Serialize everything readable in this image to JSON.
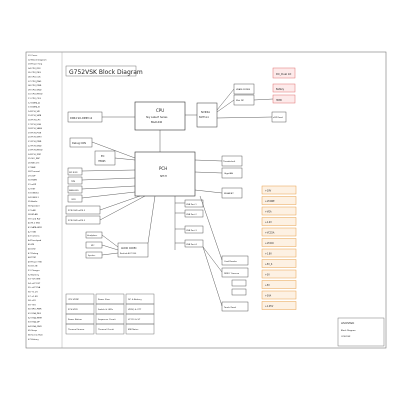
{
  "title": "G752VSK Block Diagram",
  "sheet_list": [
    "01 Cover",
    "02 Block Diagram",
    "03 Power Seq",
    "04 CPU_DDI",
    "05 CPU_PEG",
    "06 CPU_CLK",
    "07 CPU_JTAG",
    "08 CPU_PWR",
    "09 CPU_GND",
    "10 CPU_RSVD",
    "11 CPU_CFG",
    "12 DDR4_A",
    "13 DDR4_B",
    "14 PCH_SPI",
    "15 PCH_SMB",
    "16 PCH_LPC",
    "17 PCH_USB",
    "18 PCH_SATA",
    "19 PCH_PCIE",
    "20 PCH_GPIO",
    "21 PCH_PWR",
    "22 PCH_GND",
    "23 PCH_RSVD",
    "24 PCH_XDP",
    "25 SIO_KBC",
    "26 KBC_EC",
    "27 FAN",
    "28 Thermal",
    "29 eDP",
    "30 HDMI",
    "31 mDP",
    "32 TBT",
    "33 USB3.0",
    "34 USB3.1",
    "35 Audio",
    "36 Speaker",
    "37 LAN",
    "38 WLAN",
    "39 Card Rdr",
    "40 M.2 SSD",
    "41 SATA HDD",
    "42 ODD",
    "43 Camera",
    "44 Touchpad",
    "45 KB",
    "46 LED",
    "47 Debug",
    "48 TPM",
    "49 Power SW",
    "50 DC-IN",
    "51 Charger",
    "52 Battery",
    "53 +VCORE",
    "54 +VCCGT",
    "55 +VCCSA",
    "56 +1.2V",
    "57 +1.8V",
    "58 +3V",
    "59 +5V",
    "60 GPU_PWR",
    "61 VGA_PEG",
    "62 VGA_MEM",
    "63 VGA_DP",
    "64 VGA_GND",
    "65 Strap",
    "66 Screw Hole",
    "67 History"
  ],
  "blocks": {
    "cpu": "CPU",
    "cpu_sub": "Sky Lake-H Series",
    "cpu_sub2": "BGA1440",
    "pch": "PCH",
    "pch_sub": "SPT-H",
    "vga": "NVIDIA",
    "vga_sub": "N17E-G1",
    "ddr": "DDR4 SO-DIMM x2",
    "debug": "Debug CON",
    "sio": "EC",
    "sio_sub": "IT8995",
    "spi": "SPI ROM",
    "tpm": "TPM",
    "sata_hdd": "SATA HDD",
    "odd": "ODD",
    "m2_a": "PCIE SSD x4 M.2",
    "m2_b": "PCIE SSD x4 M.2",
    "audio": "AUDIO CODEC",
    "audio_sub": "Realtek ALC1150",
    "tb": "Thunderbolt",
    "lan": "GigaLAN",
    "wlan": "WLAN/BT",
    "usb_a": "USB Port 1",
    "usb_b": "USB Port 2",
    "usb_c": "USB Port 3",
    "usb_d": "USB Port 4",
    "card": "Card Reader",
    "camera": "DMIC/ Camera",
    "touch": "Touch Panel",
    "edp": "eDP Panel",
    "hdmi": "HDMI",
    "mdp": "Mini DP",
    "dc_dual": "DC_Dual Int",
    "batt": "Battery",
    "gpu_mem": "VRAM GDDR5",
    "hp": "Headphone",
    "mic": "MIC",
    "spk": "Speaker"
  },
  "bottom_table": [
    [
      "CPU VDDP",
      "Power Flow",
      "DC & Battery"
    ],
    [
      "PCH VDD",
      "Switch & LEDs",
      "VDDQ & VTT"
    ],
    [
      "Power Button",
      "Sequence Circuit",
      "VCCIO & ST"
    ],
    [
      "Thermal Sensor",
      "Thermal Circuit",
      "EMI Notes"
    ]
  ],
  "power_rails": [
    "+19V",
    "+VCORE",
    "+VGA",
    "+1.2V",
    "+VCCSA",
    "+VCCIO",
    "+1.8V",
    "+5V_S",
    "+3V",
    "+5V",
    "+3VA",
    "+1.05V"
  ],
  "title_block": {
    "company": "ASUSTeK",
    "sheet": "Block Diagram",
    "model": "G752VSK"
  },
  "colors": {
    "accent": "#c0392b",
    "box_orange": "#e8a04a",
    "box_pink": "#e07070",
    "line": "#333333"
  }
}
